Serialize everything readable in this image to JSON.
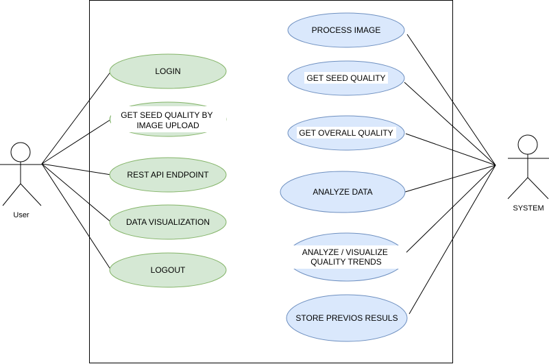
{
  "actors": {
    "user": {
      "label": "User"
    },
    "system": {
      "label": "SYSTEM"
    }
  },
  "user_use_cases": [
    {
      "lines": [
        "LOGIN"
      ]
    },
    {
      "lines": [
        "GET SEED QUALITY BY",
        "IMAGE UPLOAD"
      ]
    },
    {
      "lines": [
        "REST API ENDPOINT"
      ]
    },
    {
      "lines": [
        "DATA VISUALIZATION"
      ]
    },
    {
      "lines": [
        "LOGOUT"
      ]
    }
  ],
  "system_use_cases": [
    {
      "lines": [
        "PROCESS IMAGE"
      ]
    },
    {
      "lines": [
        "GET SEED QUALITY"
      ]
    },
    {
      "lines": [
        "GET OVERALL QUALITY"
      ]
    },
    {
      "lines": [
        "ANALYZE DATA"
      ]
    },
    {
      "lines": [
        "ANALYZE / VISUALIZE",
        "QUALITY TRENDS"
      ]
    },
    {
      "lines": [
        "STORE PREVIOS RESULS"
      ]
    }
  ],
  "colors": {
    "user_use_case_fill": "#d5e8d4",
    "user_use_case_stroke": "#82b366",
    "system_use_case_fill": "#dae8fc",
    "system_use_case_stroke": "#6c8ebf",
    "line": "#000000"
  }
}
